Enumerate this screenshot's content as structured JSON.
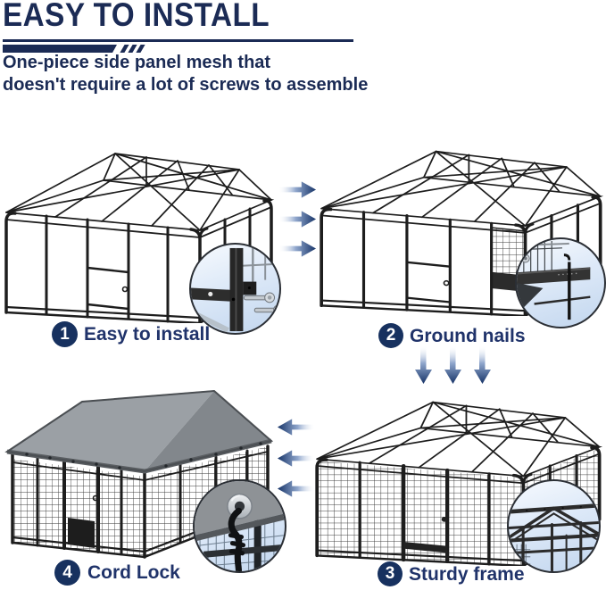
{
  "header": {
    "title": "EASY TO INSTALL",
    "subtitle_line1": "One-piece side panel mesh that",
    "subtitle_line2": "doesn't require a lot of screws to assemble"
  },
  "steps": [
    {
      "num": "1",
      "label": "Easy to install"
    },
    {
      "num": "2",
      "label": "Ground nails"
    },
    {
      "num": "3",
      "label": "Sturdy frame"
    },
    {
      "num": "4",
      "label": "Cord Lock"
    }
  ],
  "icons": {
    "arrow_right": "gradient right arrow",
    "arrow_down": "gradient down arrow",
    "arrow_left": "gradient left arrow"
  },
  "illustrations": {
    "step1": "wireframe kennel frame",
    "step2": "kennel frame with ground nails",
    "step3": "kennel with mesh wall panels",
    "step4": "kennel covered with gray canopy",
    "callout1": "corner joint with screws close-up",
    "callout2": "ground nail on bottom rail close-up",
    "callout3": "cord lock grommet close-up",
    "callout4": "roof truss frame close-up"
  },
  "colors": {
    "navy_text": "#1b2b55",
    "arrow_blue": "#173468",
    "badge_navy": "#17315f",
    "canopy_gray": "#8e9296",
    "callout_bg_blue": "#d7e5f6",
    "line_art": "#1d1d1d"
  }
}
